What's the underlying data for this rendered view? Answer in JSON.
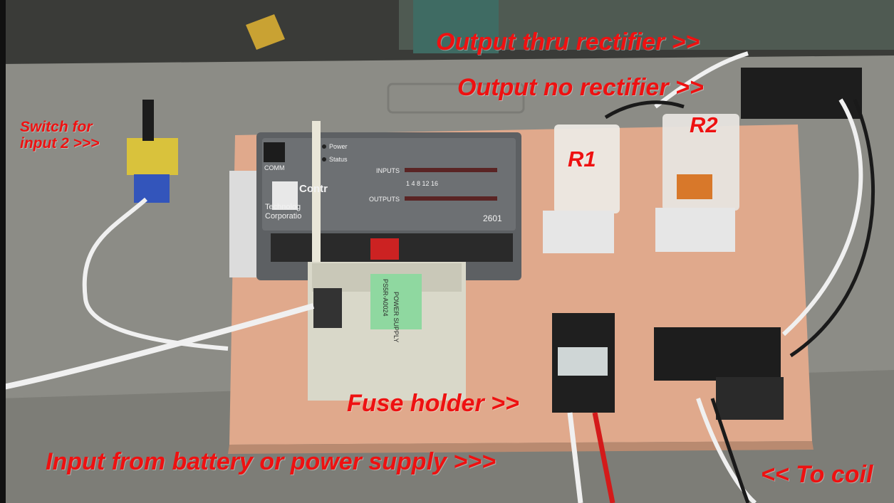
{
  "labels": {
    "output_thru_rectifier": "Output thru rectifier >>",
    "output_no_rectifier": "Output no rectifier >>",
    "switch_line1": "Switch for",
    "switch_line2": "input 2 >>>",
    "relay_1": "R1",
    "relay_2": "R2",
    "fuse_holder": "Fuse holder >>",
    "input_from_battery": "Input from battery or power supply >>>",
    "to_coil": "<< To coil"
  },
  "controller": {
    "comm": "COMM",
    "power": "Power",
    "status": "Status",
    "inputs": "INPUTS",
    "outputs": "OUTPUTS",
    "scale": "1   4   8   12   16",
    "brand_line1": "Contr",
    "brand_line2": "Technolog",
    "brand_line3": "Corporatio",
    "model": "2601"
  },
  "power_supply": {
    "title": "POWER SUPPLY",
    "model": "PS5R-A0024"
  },
  "colors": {
    "label_red": "#ee1111",
    "board": "#e0a98c",
    "table": "#8c8c86"
  }
}
